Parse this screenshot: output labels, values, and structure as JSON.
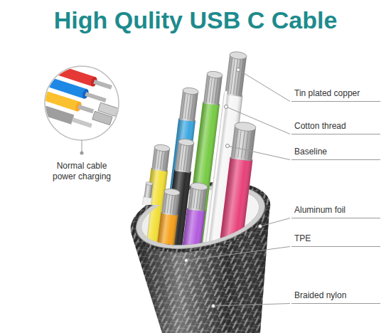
{
  "diagram": {
    "title": "High Qulity USB C Cable",
    "labels": [
      "Normal cable power charging",
      "Tin plated copper",
      "Cotton thread",
      "Baseline",
      "Aluminum foil",
      "TPE",
      "Braided nylon"
    ]
  }
}
